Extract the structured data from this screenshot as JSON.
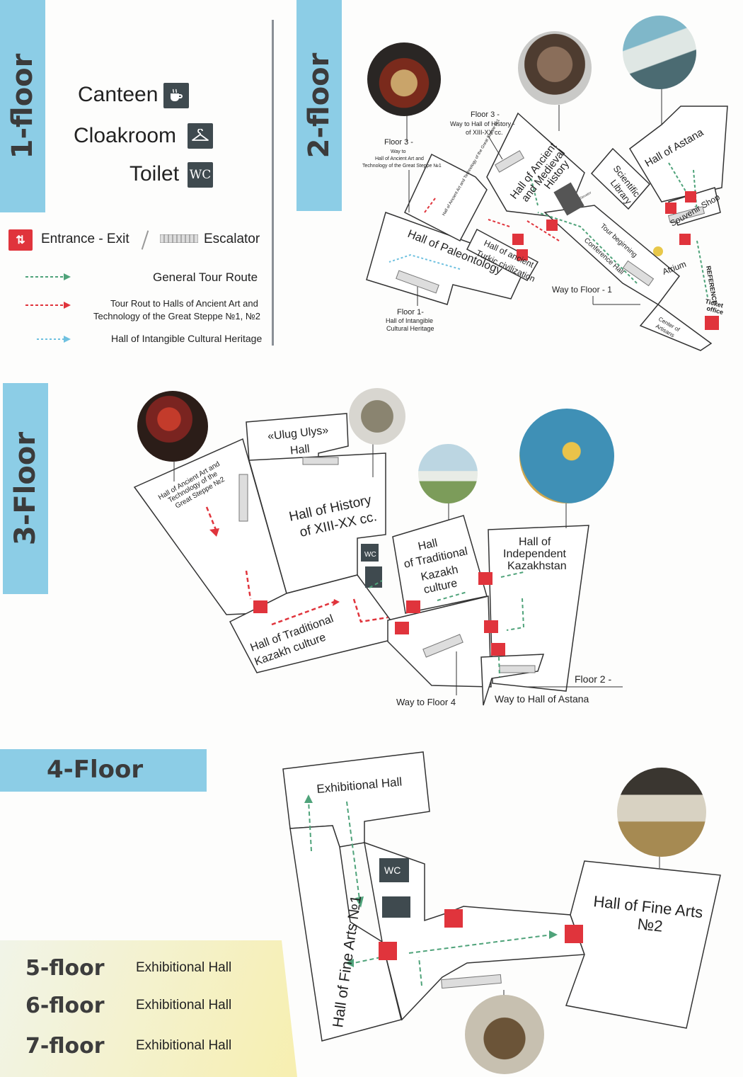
{
  "floor1": {
    "title": "1-floor",
    "amenities": [
      {
        "label": "Canteen",
        "icon": "coffee-cup-icon"
      },
      {
        "label": "Cloakroom",
        "icon": "hanger-icon"
      },
      {
        "label": "Toilet",
        "icon": "wc-icon",
        "icon_text": "WC"
      }
    ],
    "legend": {
      "entrance_exit": "Entrance - Exit",
      "escalator": "Escalator",
      "general_route": "General Tour Route",
      "ancient_route": "Tour Rout to Halls of Ancient Art and Technology of the Great Steppe №1, №2",
      "ancient_route_line1": "Tour Rout to Halls of Ancient Art and",
      "ancient_route_line2": "Technology of the Great Steppe №1, №2",
      "intangible_route": "Hall of Intangible Cultural Heritage"
    }
  },
  "floor2": {
    "title": "2-floor",
    "labels": {
      "floor3_history_a": "Floor 3 -",
      "floor3_history_b": "Way to Hall of History -",
      "floor3_history_c": "of XIII-XX cc.",
      "floor3_ancient_a": "Floor 3 -",
      "floor3_ancient_b": "Way to",
      "floor3_ancient_c": "Hall of Ancient Art and",
      "floor3_ancient_d": "Technology of the Great Steppe №1",
      "ancient_medieval_a": "Hall of Ancient",
      "ancient_medieval_b": "and Medieval",
      "ancient_medieval_c": "History",
      "ancient_art_small": "Hall of Ancient Art and Technology of the Great Steppe №1",
      "scientific_a": "Scientific",
      "scientific_b": "Library",
      "astana": "Hall of Astana",
      "souvenir": "Souvenir Shop",
      "paleontology": "Hall of Paleontology",
      "turkic_a": "Hall of ancient",
      "turkic_b": "Turkic civilization",
      "tour_beginning": "Tour beginning",
      "conference": "Conference Hall",
      "atrium": "Atrium",
      "reference": "REFERENCE",
      "ticket_a": "Ticket",
      "ticket_b": "office",
      "way_floor1": "Way to Floor - 1",
      "floor1_a": "Floor 1-",
      "floor1_b": "Hall of Intangible",
      "floor1_c": "Cultural Heritage",
      "artisans_a": "Center of",
      "artisans_b": "Artisans",
      "elevator": "Elevator"
    }
  },
  "floor3": {
    "title": "3-Floor",
    "labels": {
      "ulug_a": "«Ulug Ulys»",
      "ulug_b": "Hall",
      "ancient2_a": "Hall of Ancient Art and",
      "ancient2_b": "Technology of the",
      "ancient2_c": "Great Steppe №2",
      "history_a": "Hall of History",
      "history_b": "of XIII-XX cc.",
      "traditional_a": "Hall",
      "traditional_b": "of Traditional",
      "traditional_c": "Kazakh",
      "traditional_d": "culture",
      "independent_a": "Hall of",
      "independent_b": "Independent",
      "independent_c": "Kazakhstan",
      "traditional2_a": "Hall of Traditional",
      "traditional2_b": "Kazakh culture",
      "way_floor4": "Way to Floor 4",
      "floor2": "Floor 2 -",
      "way_astana": "Way to Hall of  Astana",
      "wc": "WC"
    }
  },
  "floor4": {
    "title": "4-Floor",
    "labels": {
      "exhibitional": "Exhibitional Hall",
      "fine_arts1": "Hall of Fine Arts №1",
      "fine_arts2_a": "Hall of  Fine Arts",
      "fine_arts2_b": "№2",
      "wc": "WC"
    }
  },
  "upper_floors": [
    {
      "floor": "5-floor",
      "label": "Exhibitional Hall"
    },
    {
      "floor": "6-floor",
      "label": "Exhibitional Hall"
    },
    {
      "floor": "7-floor",
      "label": "Exhibitional Hall"
    }
  ],
  "colors": {
    "band": "#8ccde6",
    "exit": "#e0343c",
    "general_route": "#4fa37a",
    "ancient_route": "#e0343c",
    "intangible_route": "#6fc1e0",
    "yellow_panel": "#f7efb0"
  }
}
